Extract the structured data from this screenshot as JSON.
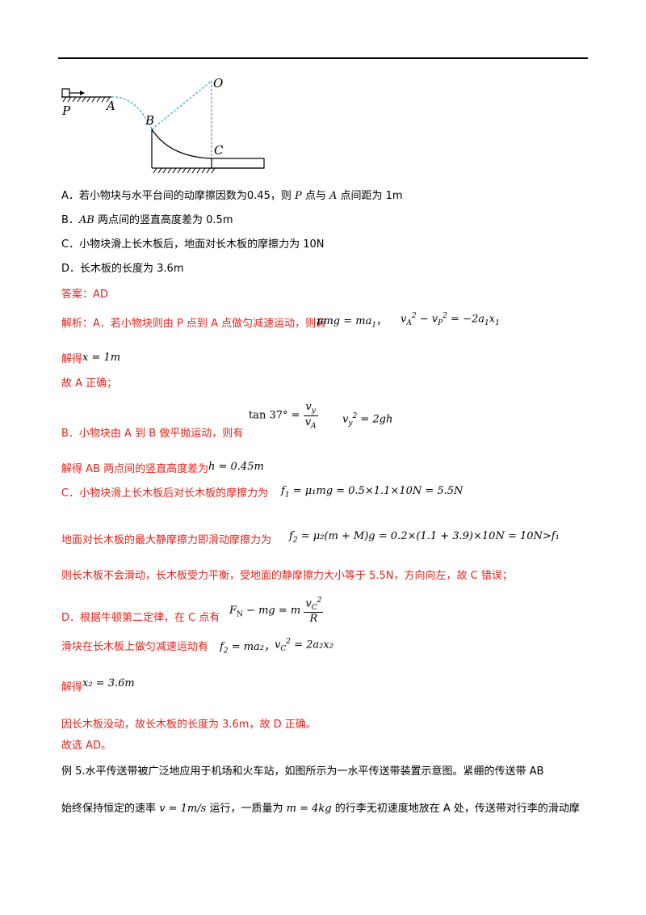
{
  "figure": {
    "labels": {
      "P": "P",
      "A": "A",
      "B": "B",
      "O": "O",
      "C": "C"
    }
  },
  "options": {
    "a": [
      "A．若小物块与水平台间的动摩擦因数为0.45，则 ",
      "P",
      " 点与 ",
      "A",
      " 点间距为 1m"
    ],
    "b": [
      "B．",
      "AB",
      " 两点间的竖直高度差为 0.5m"
    ],
    "c": "C．小物块滑上长木板后，地面对长木板的摩擦力为 10N",
    "d": "D．长木板的长度为 3.6m"
  },
  "answer": "答案：AD",
  "analysis": {
    "a_intro": "解析：A．若小物块则由 P 点到 A 点做匀减速运动，则有",
    "a_eq1": "μmg = ma",
    "a_eq1_sub": "1",
    "a_comma": "，",
    "a_eq2_v": "v",
    "a_eq2_rest": " = −2a",
    "a_solve": "解得",
    "a_result": "x = 1m",
    "a_conclusion": "故 A 正确；",
    "b_intro": "B．小物块由 A 到 B 做平抛运动，则有",
    "b_tan": "tan 37° =",
    "b_vy": "v",
    "b_va": "v",
    "b_eq2": "= 2gh",
    "b_solve": "解得 AB 两点间的竖直高度差为",
    "b_result": "h = 0.45m",
    "c_intro": "C．小物块滑上长木板后对长木板的摩擦力为",
    "c_eq": "= μ₁mg = 0.5×1.1×10N = 5.5N",
    "c_ground": "地面对长木板的最大静摩擦力即滑动摩擦力为",
    "c_eq2": "= μ₂(m + M)g = 0.2×(1.1 + 3.9)×10N = 10N>f₁",
    "c_conclusion": "则长木板不会滑动，长木板受力平衡，受地面的静摩擦力大小等于 5.5N，方向向左，故 C 错误；",
    "d_intro": "D．根据牛顿第二定律，在 C 点有",
    "d_eq1_left": "F",
    "d_eq1_mid": " − mg = m",
    "d_eq1_den": "R",
    "d_slide": "滑块在长木板上做匀减速运动有",
    "d_eq2": "= ma₂，",
    "d_eq3": "= 2a₂x₂",
    "d_solve": "解得",
    "d_result": "x₂ = 3.6m",
    "d_conclusion": "因长木板没动，故长木板的长度为 3.6m，故 D 正确。",
    "final": "故选 AD。"
  },
  "example": {
    "line1": "例 5.水平传送带被广泛地应用于机场和火车站，如图所示为一水平传送带装置示意图。紧绷的传送带 AB",
    "line2_a": "始终保持恒定的速率",
    "line2_v": "v = 1m/s",
    "line2_b": "运行，一质量为",
    "line2_m": "m = 4kg",
    "line2_c": "的行李无初速度地放在 A 处，传送带对行李的滑动摩"
  }
}
